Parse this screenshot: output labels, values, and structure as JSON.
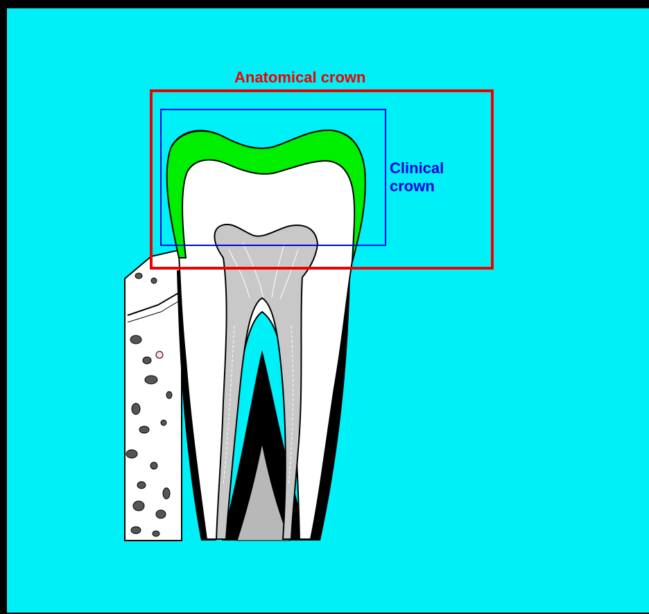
{
  "labels": {
    "anatomical_crown": "Anatomical crown",
    "clinical_crown_line1": "Clinical",
    "clinical_crown_line2": "crown"
  },
  "colors": {
    "background": "#00f0f8",
    "enamel": "#00ee00",
    "anatomical_crown_box": "#ee0000",
    "clinical_crown_box": "#0000dd",
    "pulp": "#c8c8c8",
    "bone_stipple": "#555555"
  }
}
